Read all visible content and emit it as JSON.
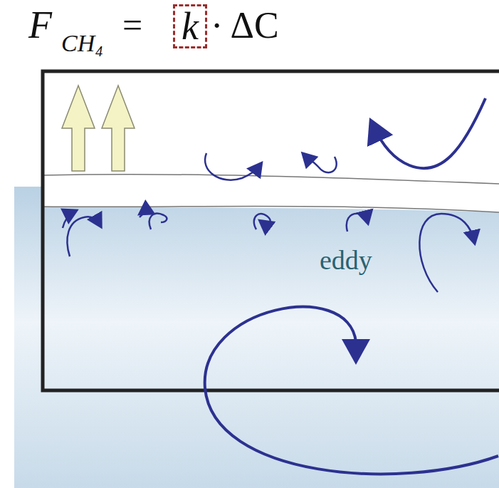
{
  "diagram": {
    "nodes": [
      {
        "text": [
          "k"
        ]
      }
    ],
    "labels": [
      "F",
      "CH₄",
      "=",
      "· ΔC",
      "eddy"
    ]
  }
}
